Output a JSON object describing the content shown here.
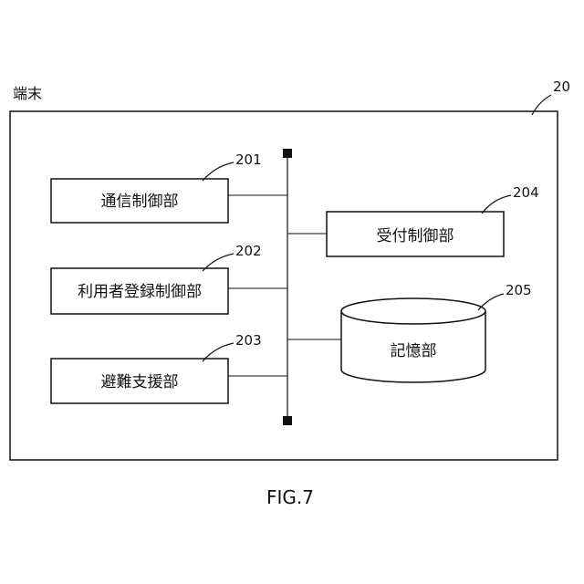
{
  "terminal": {
    "label": "端末",
    "ref": "20"
  },
  "bus": {},
  "blocks": [
    {
      "id": "comm",
      "label": "通信制御部",
      "ref": "201"
    },
    {
      "id": "user",
      "label": "利用者登録制御部",
      "ref": "202"
    },
    {
      "id": "evac",
      "label": "避難支援部",
      "ref": "203"
    },
    {
      "id": "recv",
      "label": "受付制御部",
      "ref": "204"
    },
    {
      "id": "store",
      "label": "記憶部",
      "ref": "205"
    }
  ],
  "figure": {
    "caption": "FIG.7"
  }
}
